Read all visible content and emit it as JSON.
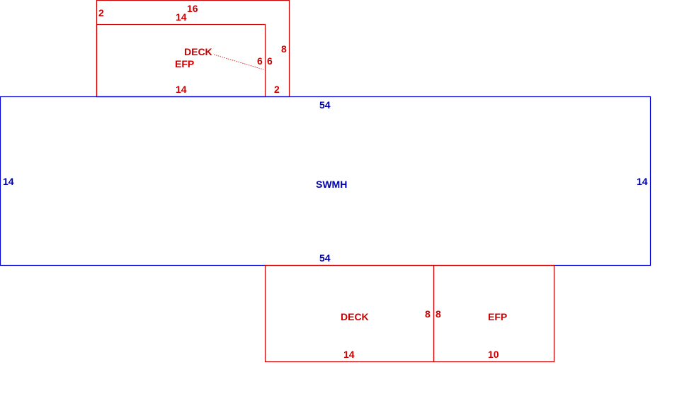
{
  "colors": {
    "home": "#0000cc",
    "addition": "#cc0000"
  },
  "main_home": {
    "label": "SWMH",
    "top_dim": "54",
    "bottom_dim": "54",
    "left_dim": "14",
    "right_dim": "14"
  },
  "upper_addition": {
    "outer_top_dim": "16",
    "outer_right_dim": "8",
    "left_dim": "2",
    "bottom_right_dim": "2",
    "inner_top_dim": "14",
    "inner_bottom_dim": "14",
    "inner_left_of_divider_dim": "6",
    "inner_right_of_divider_dim": "6",
    "deck_label": "DECK",
    "efp_label": "EFP"
  },
  "lower_deck": {
    "label": "DECK",
    "bottom_dim": "14",
    "right_dim": "8"
  },
  "lower_efp": {
    "label": "EFP",
    "bottom_dim": "10",
    "left_dim": "8"
  }
}
